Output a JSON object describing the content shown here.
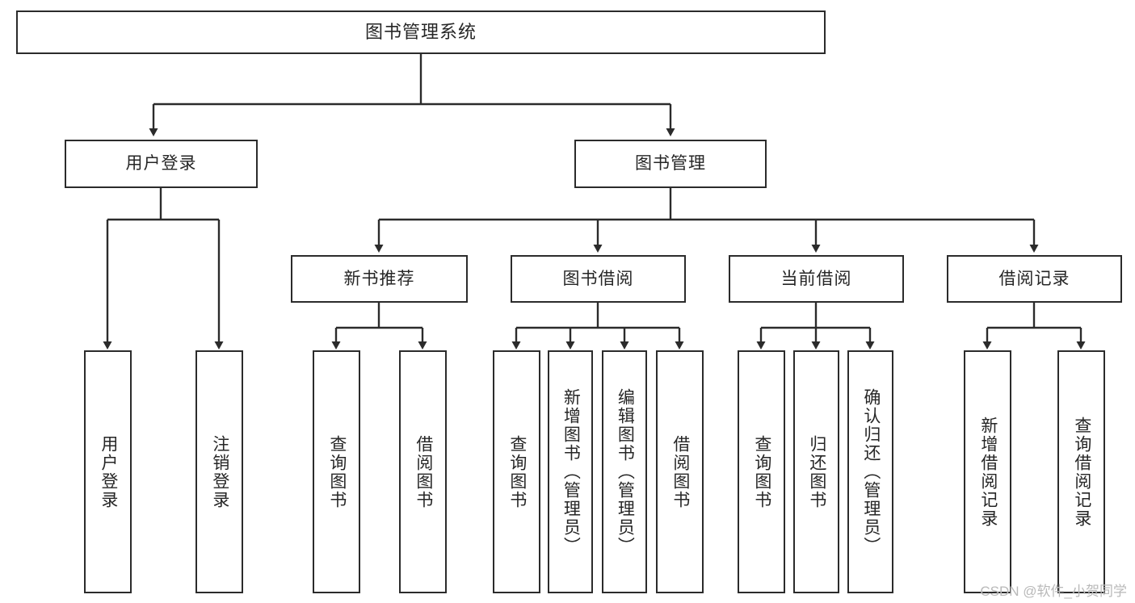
{
  "diagram": {
    "type": "tree",
    "title": "图书管理系统",
    "watermark": "CSDN @软件_小贺同学",
    "colors": {
      "border": "#2b2b2b",
      "text": "#262626",
      "background": "#ffffff",
      "watermark": "#b9b9b9"
    },
    "nodes": {
      "root": "图书管理系统",
      "level2": {
        "user_login": "用户登录",
        "book_manage": "图书管理"
      },
      "level3": {
        "new_book": "新书推荐",
        "book_borrow": "图书借阅",
        "current_borrow": "当前借阅",
        "borrow_record": "借阅记录"
      },
      "leaves": {
        "user_login": [
          "用户登录",
          "注销登录"
        ],
        "new_book": [
          "查询图书",
          "借阅图书"
        ],
        "book_borrow": [
          "查询图书",
          "新增图书（管理员）",
          "编辑图书（管理员）",
          "借阅图书"
        ],
        "current_borrow": [
          "查询图书",
          "归还图书",
          "确认归还（管理员）"
        ],
        "borrow_record": [
          "新增借阅记录",
          "查询借阅记录"
        ]
      }
    }
  }
}
